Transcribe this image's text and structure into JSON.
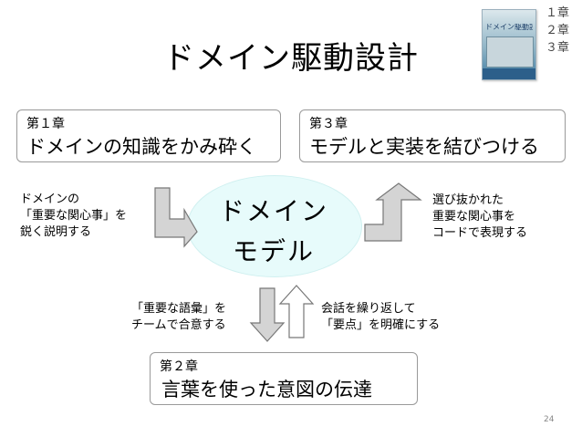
{
  "title": "ドメイン駆動設計",
  "book": {
    "cover_title": "ドメイン駆動設計",
    "chapters": [
      "１章",
      "２章",
      "３章"
    ]
  },
  "chapter1": {
    "number": "第１章",
    "title": "ドメインの知識をかみ砕く"
  },
  "chapter3": {
    "number": "第３章",
    "title": "モデルと実装を結びつける"
  },
  "chapter2": {
    "number": "第２章",
    "title": "言葉を使った意図の伝達"
  },
  "model": {
    "line1": "ドメイン",
    "line2": "モデル"
  },
  "notes": {
    "left": [
      "ドメインの",
      "「重要な関心事」を",
      "鋭く説明する"
    ],
    "right": [
      "選び抜かれた",
      "重要な関心事を",
      "コードで表現する"
    ],
    "bottom_left": [
      "「重要な語彙」を",
      "チームで合意する"
    ],
    "bottom_right": [
      "会話を繰り返して",
      "「要点」を明確にする"
    ]
  },
  "page_number": "24",
  "colors": {
    "arrow_fill": "#d4d4d4",
    "arrow_stroke": "#777777",
    "model_fill": "#e7fbfb",
    "box_border": "#999999"
  }
}
